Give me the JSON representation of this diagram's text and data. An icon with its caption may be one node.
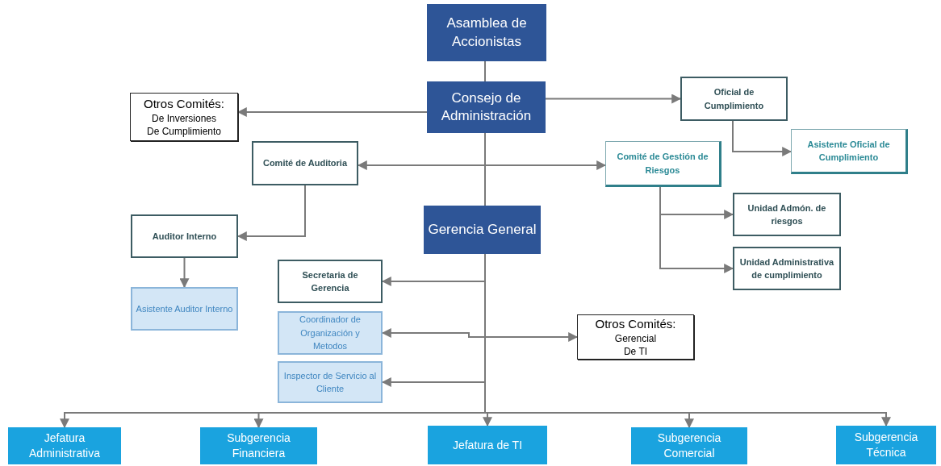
{
  "diagram": {
    "nodes": [
      {
        "text": [
          "Asamblea de Accionistas"
        ]
      },
      {
        "text": [
          "Consejo de Administración"
        ]
      },
      {
        "text": [
          "Otros Comités:",
          "De Inversiones",
          "De Cumplimiento"
        ]
      },
      {
        "text": [
          "Oficial de Cumplimiento"
        ]
      },
      {
        "text": [
          "Comité de Auditoria"
        ]
      },
      {
        "text": [
          "Comité de Gestión de Riesgos"
        ]
      },
      {
        "text": [
          "Asistente Oficial de Cumplimiento"
        ]
      },
      {
        "text": [
          "Auditor Interno"
        ]
      },
      {
        "text": [
          "Gerencia General"
        ]
      },
      {
        "text": [
          "Unidad Admón. de riesgos"
        ]
      },
      {
        "text": [
          "Unidad Administrativa de cumplimiento"
        ]
      },
      {
        "text": [
          "Secretaria de Gerencia"
        ]
      },
      {
        "text": [
          "Asistente Auditor Interno"
        ]
      },
      {
        "text": [
          "Coordinador de Organización y Metodos"
        ]
      },
      {
        "text": [
          "Otros Comités:",
          "Gerencial",
          "De TI"
        ]
      },
      {
        "text": [
          "Inspector de Servicio al Cliente"
        ]
      },
      {
        "text": [
          "Jefatura Administrativa"
        ]
      },
      {
        "text": [
          "Subgerencia Financiera"
        ]
      },
      {
        "text": [
          "Jefatura de TI"
        ]
      },
      {
        "text": [
          "Subgerencia Comercial"
        ]
      },
      {
        "text": [
          "Subgerencia Técnica"
        ]
      }
    ],
    "edges": [
      {
        "from": 0,
        "to": 1,
        "arrow": "none"
      },
      {
        "from": 1,
        "to": 2,
        "arrow": "to"
      },
      {
        "from": 1,
        "to": 3,
        "arrow": "to"
      },
      {
        "from": 1,
        "to": 4,
        "arrow": "to"
      },
      {
        "from": 1,
        "to": 5,
        "arrow": "to"
      },
      {
        "from": 3,
        "to": 6,
        "arrow": "to"
      },
      {
        "from": 4,
        "to": 7,
        "arrow": "to"
      },
      {
        "from": 7,
        "to": 12,
        "arrow": "to"
      },
      {
        "from": 1,
        "to": 8,
        "arrow": "none"
      },
      {
        "from": 5,
        "to": 9,
        "arrow": "to"
      },
      {
        "from": 5,
        "to": 10,
        "arrow": "to"
      },
      {
        "from": 8,
        "to": 11,
        "arrow": "to"
      },
      {
        "from": 13,
        "to": 14,
        "arrow": "both"
      },
      {
        "from": 8,
        "to": 15,
        "arrow": "to"
      },
      {
        "from": 8,
        "to": 16,
        "arrow": "to"
      },
      {
        "from": 8,
        "to": 17,
        "arrow": "to"
      },
      {
        "from": 8,
        "to": 18,
        "arrow": "to"
      },
      {
        "from": 8,
        "to": 19,
        "arrow": "to"
      },
      {
        "from": 8,
        "to": 20,
        "arrow": "to"
      }
    ]
  }
}
